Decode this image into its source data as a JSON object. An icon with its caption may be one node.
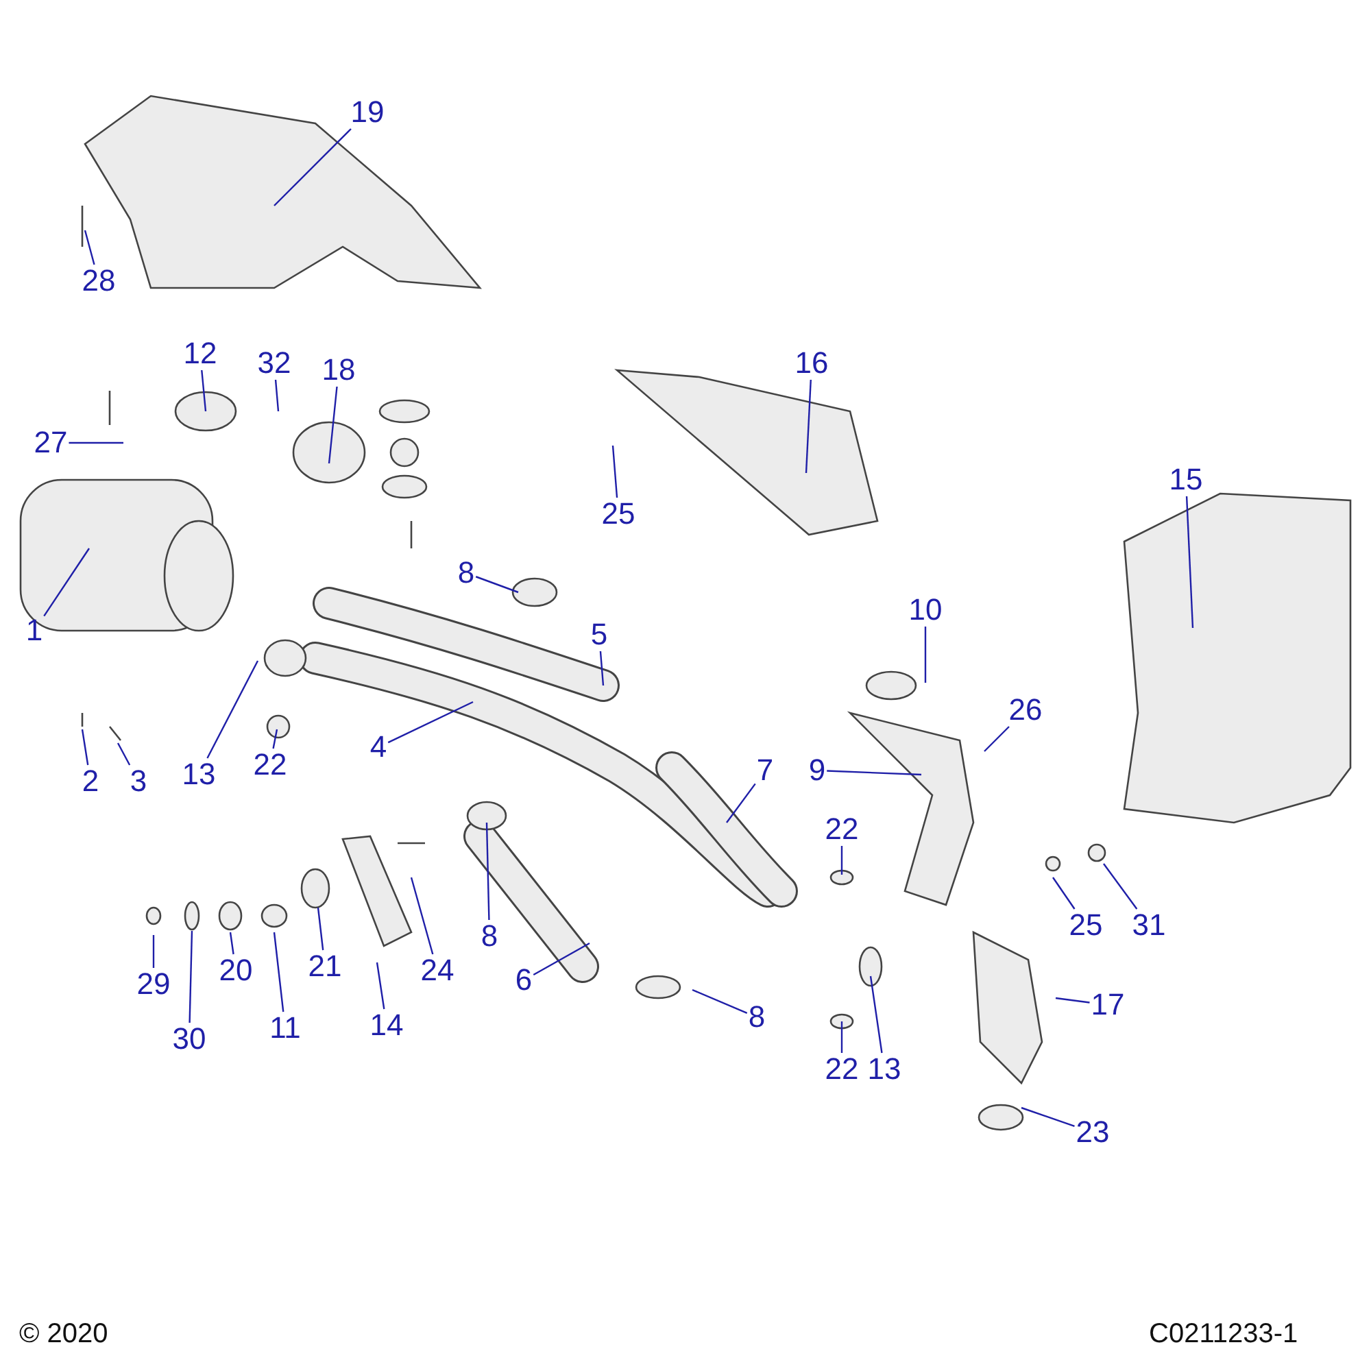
{
  "diagram": {
    "nodes": [
      {
        "text": [
          "19"
        ]
      },
      {
        "text": [
          "28"
        ]
      },
      {
        "text": [
          "12"
        ]
      },
      {
        "text": [
          "32"
        ]
      },
      {
        "text": [
          "18"
        ]
      },
      {
        "text": [
          "27"
        ]
      },
      {
        "text": [
          "16"
        ]
      },
      {
        "text": [
          "25"
        ]
      },
      {
        "text": [
          "15"
        ]
      },
      {
        "text": [
          "1"
        ]
      },
      {
        "text": [
          "8"
        ]
      },
      {
        "text": [
          "5"
        ]
      },
      {
        "text": [
          "10"
        ]
      },
      {
        "text": [
          "26"
        ]
      },
      {
        "text": [
          "9"
        ]
      },
      {
        "text": [
          "13"
        ]
      },
      {
        "text": [
          "22"
        ]
      },
      {
        "text": [
          "4"
        ]
      },
      {
        "text": [
          "7"
        ]
      },
      {
        "text": [
          "22"
        ]
      },
      {
        "text": [
          "8"
        ]
      },
      {
        "text": [
          "6"
        ]
      },
      {
        "text": [
          "8"
        ]
      },
      {
        "text": [
          "22"
        ]
      },
      {
        "text": [
          "13"
        ]
      },
      {
        "text": [
          "17"
        ]
      },
      {
        "text": [
          "23"
        ]
      },
      {
        "text": [
          "25"
        ]
      },
      {
        "text": [
          "31"
        ]
      },
      {
        "text": [
          "2"
        ]
      },
      {
        "text": [
          "3"
        ]
      },
      {
        "text": [
          "29"
        ]
      },
      {
        "text": [
          "30"
        ]
      },
      {
        "text": [
          "20"
        ]
      },
      {
        "text": [
          "11"
        ]
      },
      {
        "text": [
          "21"
        ]
      },
      {
        "text": [
          "14"
        ]
      },
      {
        "text": [
          "24"
        ]
      }
    ],
    "edges": [
      {
        "from": 0,
        "to": null,
        "arrow": "none"
      },
      {
        "from": 1,
        "to": null,
        "arrow": "none"
      },
      {
        "from": 2,
        "to": null,
        "arrow": "none"
      },
      {
        "from": 3,
        "to": null,
        "arrow": "none"
      },
      {
        "from": 4,
        "to": null,
        "arrow": "none"
      },
      {
        "from": 5,
        "to": null,
        "arrow": "none"
      },
      {
        "from": 6,
        "to": null,
        "arrow": "none"
      },
      {
        "from": 7,
        "to": null,
        "arrow": "none"
      },
      {
        "from": 8,
        "to": null,
        "arrow": "none"
      },
      {
        "from": 9,
        "to": null,
        "arrow": "none"
      },
      {
        "from": 10,
        "to": null,
        "arrow": "none"
      },
      {
        "from": 11,
        "to": null,
        "arrow": "none"
      },
      {
        "from": 12,
        "to": null,
        "arrow": "none"
      },
      {
        "from": 13,
        "to": null,
        "arrow": "none"
      },
      {
        "from": 14,
        "to": null,
        "arrow": "none"
      },
      {
        "from": 15,
        "to": null,
        "arrow": "none"
      },
      {
        "from": 16,
        "to": null,
        "arrow": "none"
      },
      {
        "from": 17,
        "to": null,
        "arrow": "none"
      },
      {
        "from": 18,
        "to": null,
        "arrow": "none"
      },
      {
        "from": 19,
        "to": null,
        "arrow": "none"
      },
      {
        "from": 20,
        "to": null,
        "arrow": "none"
      },
      {
        "from": 21,
        "to": null,
        "arrow": "none"
      },
      {
        "from": 22,
        "to": null,
        "arrow": "none"
      },
      {
        "from": 23,
        "to": null,
        "arrow": "none"
      },
      {
        "from": 24,
        "to": null,
        "arrow": "none"
      },
      {
        "from": 25,
        "to": null,
        "arrow": "none"
      },
      {
        "from": 26,
        "to": null,
        "arrow": "none"
      },
      {
        "from": 27,
        "to": null,
        "arrow": "none"
      },
      {
        "from": 28,
        "to": null,
        "arrow": "none"
      },
      {
        "from": 29,
        "to": null,
        "arrow": "none"
      },
      {
        "from": 30,
        "to": null,
        "arrow": "none"
      },
      {
        "from": 31,
        "to": null,
        "arrow": "none"
      },
      {
        "from": 32,
        "to": null,
        "arrow": "none"
      },
      {
        "from": 33,
        "to": null,
        "arrow": "none"
      },
      {
        "from": 34,
        "to": null,
        "arrow": "none"
      },
      {
        "from": 35,
        "to": null,
        "arrow": "none"
      },
      {
        "from": 36,
        "to": null,
        "arrow": "none"
      },
      {
        "from": 37,
        "to": null,
        "arrow": "none"
      }
    ],
    "labels": [
      "© 2020",
      "C0211233-1"
    ]
  }
}
